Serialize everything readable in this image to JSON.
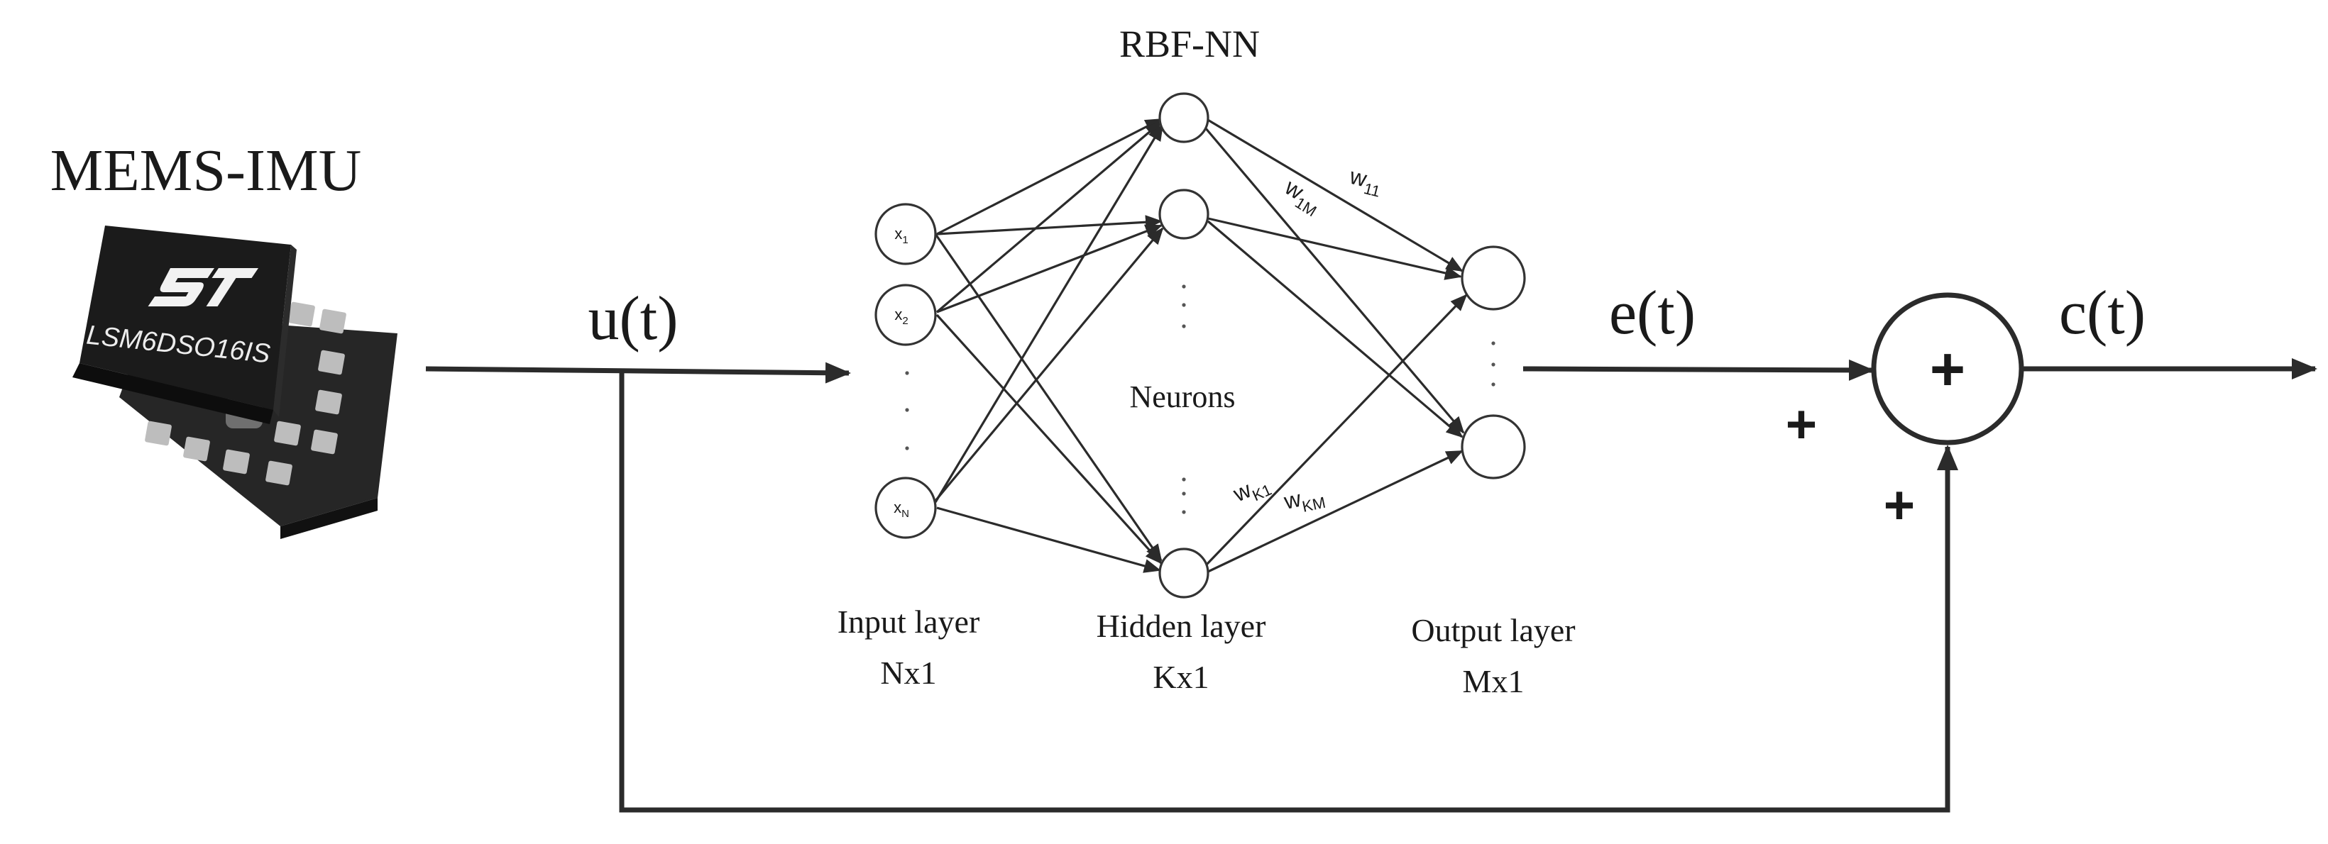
{
  "title": "RBF-NN",
  "device": {
    "heading": "MEMS-IMU",
    "chip_marking": "LSM6DSO16IS",
    "logo": "st-logo"
  },
  "signals": {
    "input": "u(t)",
    "error": "e(t)",
    "output": "c(t)"
  },
  "summing_junction": {
    "symbol": "+",
    "input_signs": [
      "+",
      "+"
    ]
  },
  "network": {
    "input_nodes": [
      "x1",
      "x2",
      "xN"
    ],
    "weights": {
      "w11": {
        "base": "w",
        "sub": "11"
      },
      "w1M": {
        "base": "w",
        "sub": "1M"
      },
      "wK1": {
        "base": "w",
        "sub": "K1"
      },
      "wKM": {
        "base": "w",
        "sub": "KM"
      }
    },
    "hidden_caption": "Neurons",
    "layers": [
      {
        "name": "Input layer",
        "size": "Nx1"
      },
      {
        "name": "Hidden layer",
        "size": "Kx1"
      },
      {
        "name": "Output layer",
        "size": "Mx1"
      }
    ]
  },
  "colors": {
    "line": "#2b2b2b",
    "chip_body": "#1b1b1b",
    "chip_pad": "#bdbdbd"
  }
}
